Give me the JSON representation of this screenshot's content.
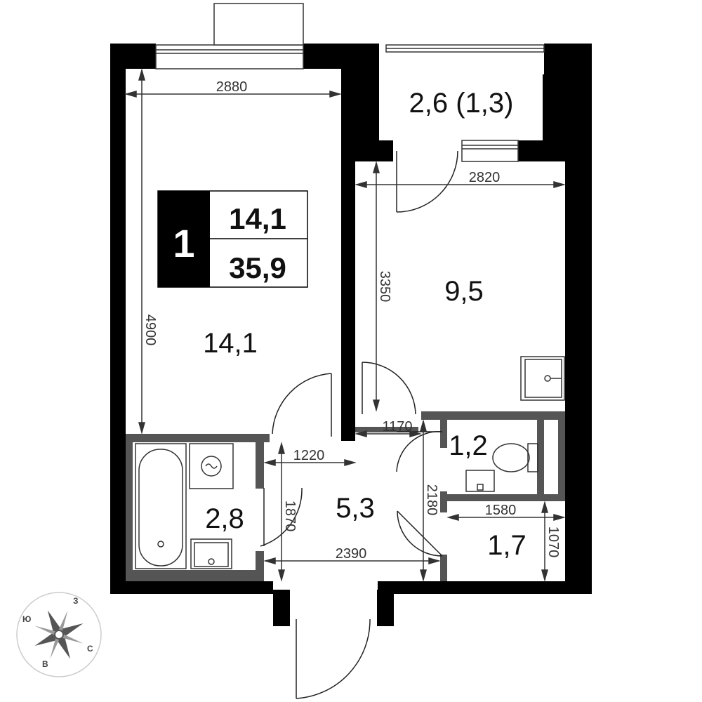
{
  "badge": {
    "rooms": "1",
    "living_area": "14,1",
    "total_area": "35,9"
  },
  "rooms": {
    "living": "14,1",
    "kitchen": "9,5",
    "balcony": "2,6 (1,3)",
    "bathroom": "2,8",
    "hall": "5,3",
    "wc": "1,2",
    "closet": "1,7"
  },
  "dimensions": {
    "living_width": "2880",
    "living_length": "4900",
    "kitchen_width": "2820",
    "kitchen_length": "3350",
    "wc_width": "1170",
    "bath_width": "1220",
    "bath_length": "1870",
    "hall_width": "2390",
    "hall_length": "2180",
    "closet_width": "1580",
    "closet_length": "1070"
  },
  "compass": {
    "north": "С",
    "south": "Ю",
    "west": "З",
    "east": "В"
  },
  "colors": {
    "wall": "#000000",
    "partition": "#555555",
    "dimension": "#333333",
    "background": "#ffffff"
  }
}
